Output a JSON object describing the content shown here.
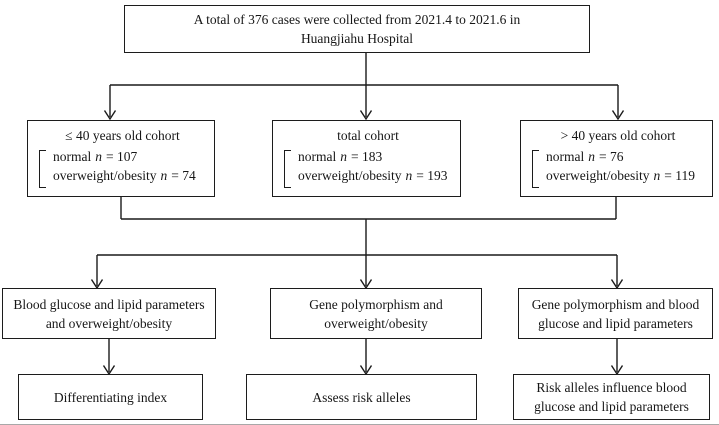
{
  "figure": {
    "title_box": {
      "line1": "A total of 376 cases were collected from 2021.4 to 2021.6 in",
      "line2": "Huangjiahu Hospital"
    },
    "cohorts": [
      {
        "title": "≤ 40 years old cohort",
        "rows": [
          {
            "label": "normal",
            "var": "n",
            "value": "= 107"
          },
          {
            "label": "overweight/obesity",
            "var": "n",
            "value": "= 74"
          }
        ]
      },
      {
        "title": "total cohort",
        "rows": [
          {
            "label": "normal",
            "var": "n",
            "value": "= 183"
          },
          {
            "label": "overweight/obesity",
            "var": "n",
            "value": "= 193"
          }
        ]
      },
      {
        "title": "> 40 years old cohort",
        "rows": [
          {
            "label": "normal",
            "var": "n",
            "value": "= 76"
          },
          {
            "label": "overweight/obesity",
            "var": "n",
            "value": "= 119"
          }
        ]
      }
    ],
    "analyses": [
      {
        "line1": "Blood glucose and lipid parameters",
        "line2": "and overweight/obesity"
      },
      {
        "line1": "Gene polymorphism and",
        "line2": "overweight/obesity"
      },
      {
        "line1": "Gene polymorphism and blood",
        "line2": "glucose and lipid parameters"
      }
    ],
    "outcomes": [
      {
        "line1": "Differentiating index",
        "line2": ""
      },
      {
        "line1": "Assess risk alleles",
        "line2": ""
      },
      {
        "line1": "Risk alleles influence blood",
        "line2": "glucose and lipid parameters"
      }
    ],
    "colors": {
      "line": "#1a1a1a",
      "box_border": "#1c1c1c",
      "background": "#ffffff",
      "text": "#161616"
    }
  }
}
